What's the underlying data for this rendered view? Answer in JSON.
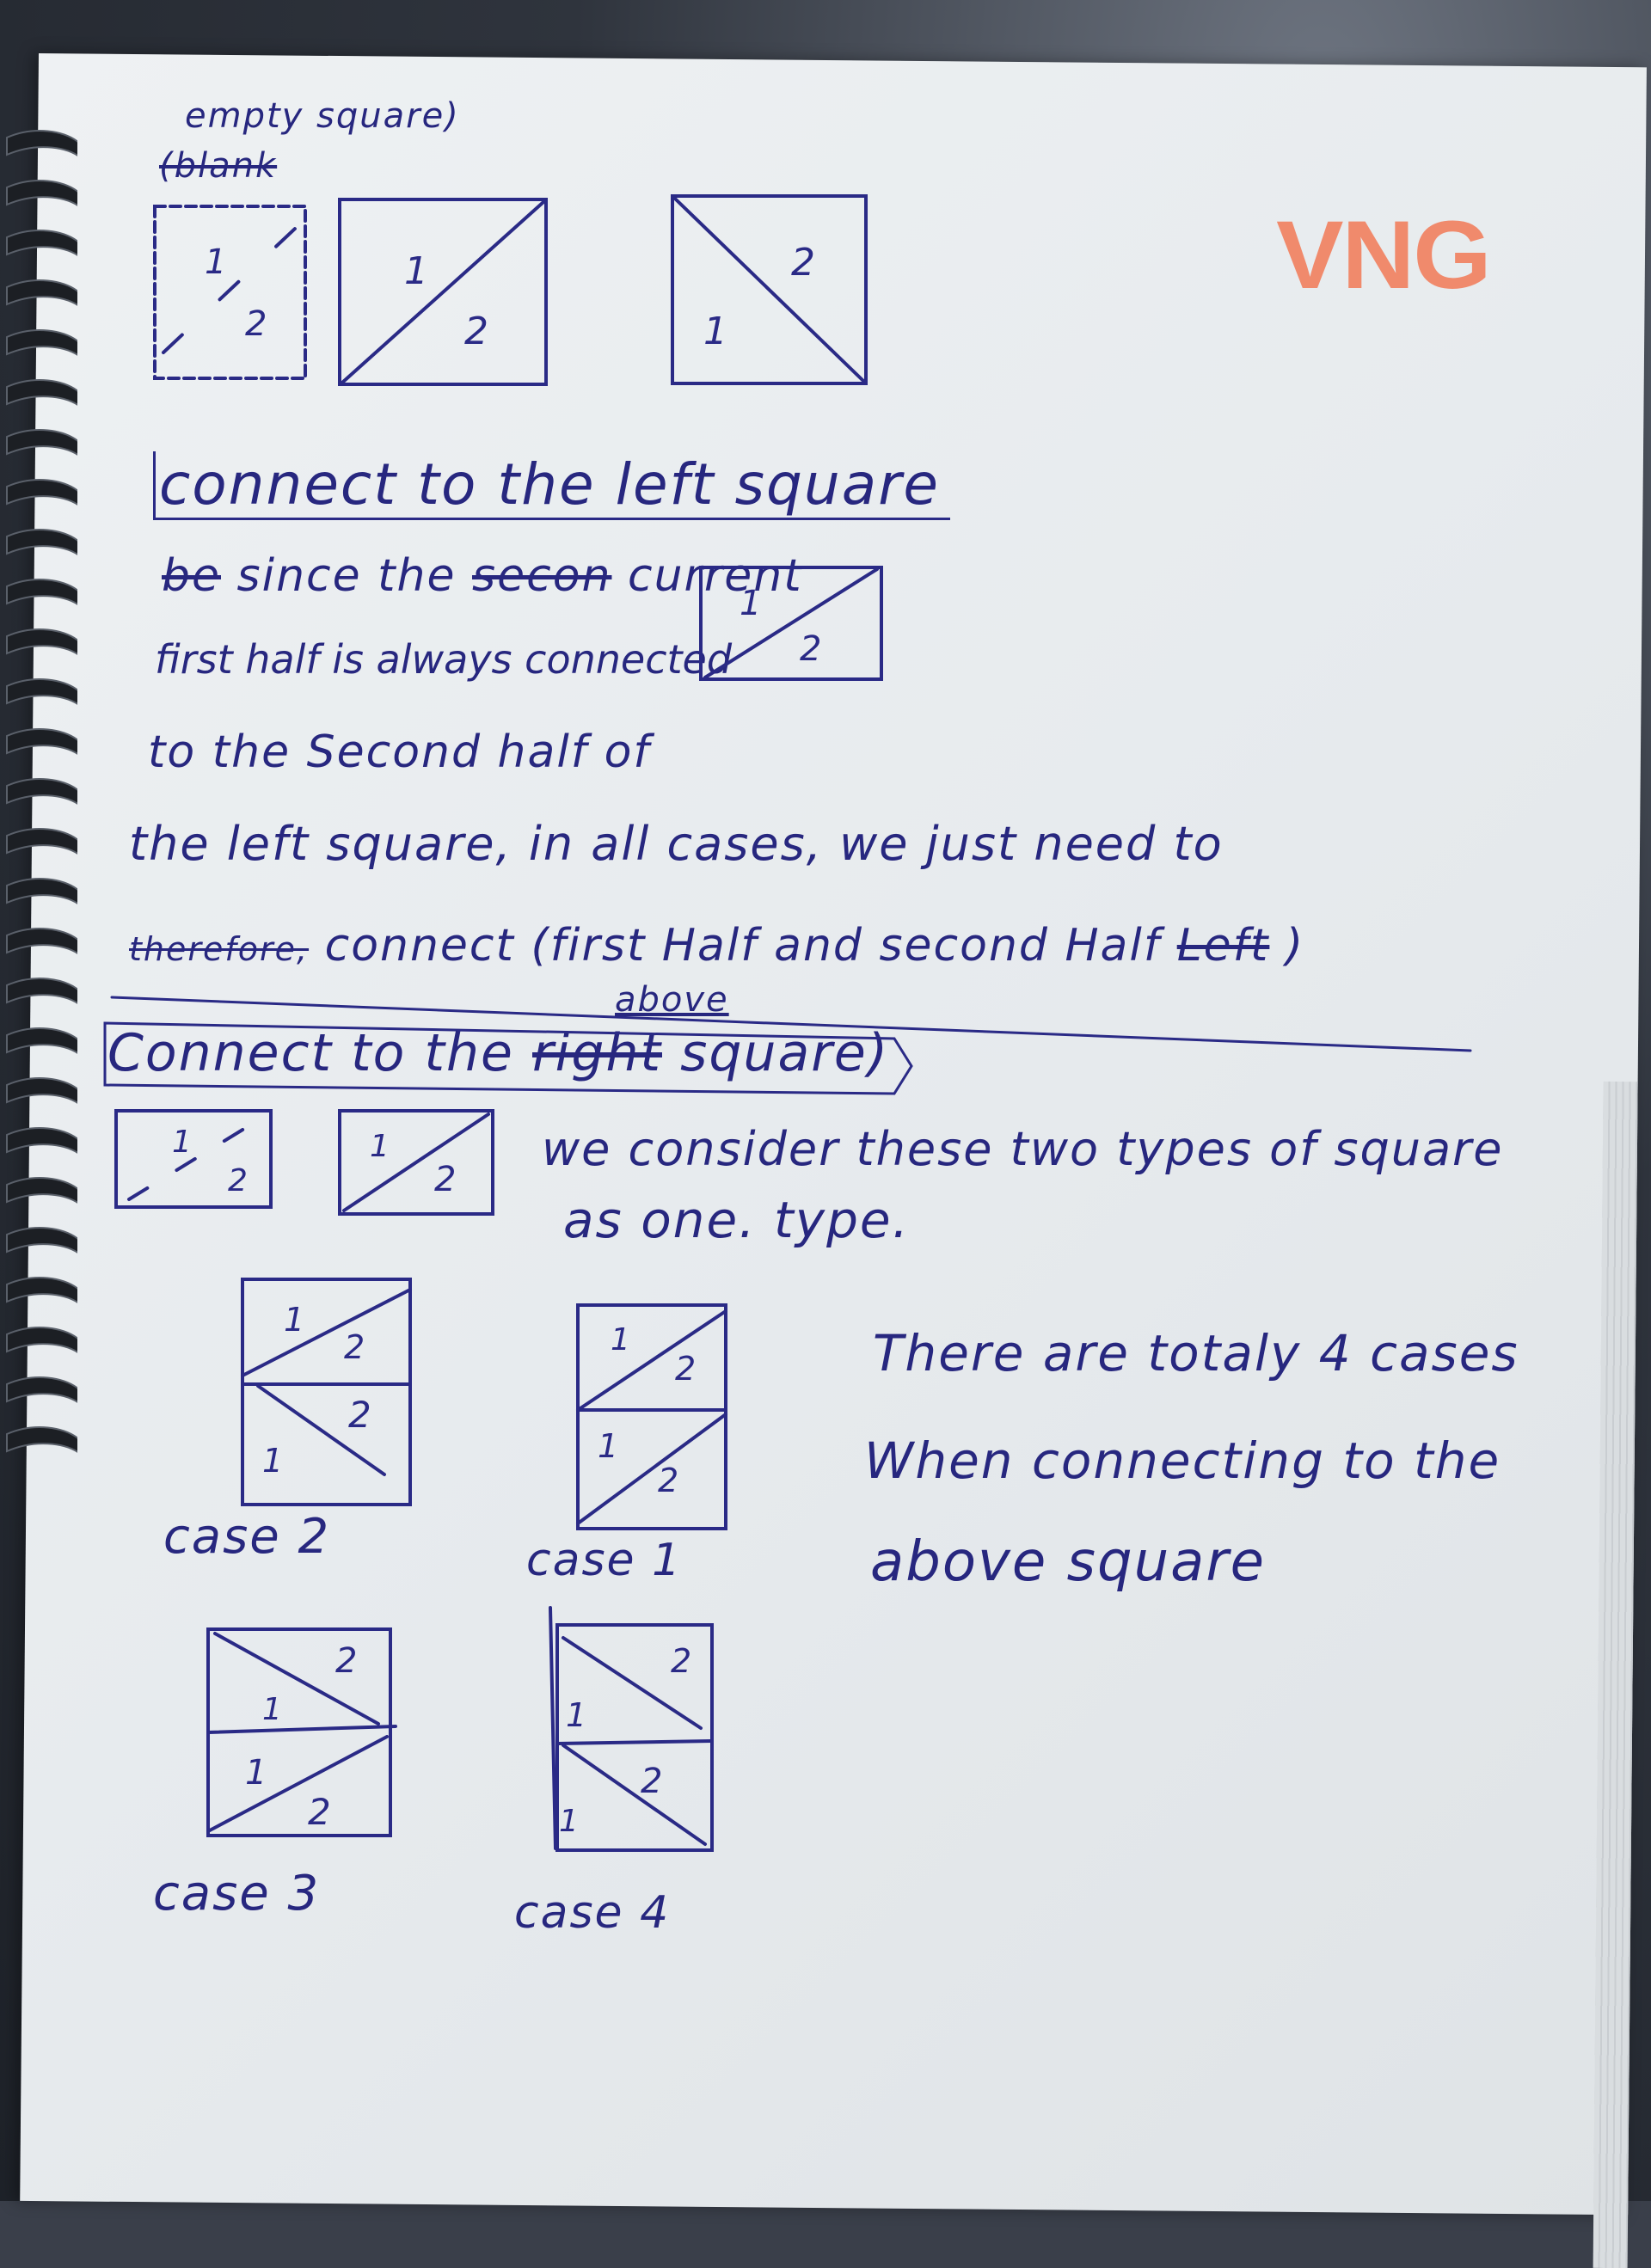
{
  "header": {
    "empty_square": "empty square)",
    "blank_struck": "(blank"
  },
  "logo": {
    "text": "VNG"
  },
  "section_left": {
    "title": "connect to the left square",
    "line1_struck_a": "be",
    "line1_a": "since the",
    "line1_struck_b": "secon",
    "line1_b": "current",
    "line2": "first half is always connected",
    "line3": "to the Second half of",
    "line4": "the left square, in all cases, we just need to",
    "line5_struck": "therefore,",
    "line5": "connect (first Half and second Half",
    "line5_struck_left": "Left",
    "line5_insert": "above"
  },
  "section_right": {
    "title_a": "Connect to the",
    "title_struck": "right",
    "title_b": "square)",
    "consider_1": "we consider these two types of square",
    "consider_2": "as one. type."
  },
  "cases": {
    "note_1": "There are totaly 4 cases",
    "note_2": "When connecting to the",
    "note_3": "above square",
    "case1": "case 1",
    "case2": "case 2",
    "case3": "case 3",
    "case4": "case 4"
  },
  "digits": {
    "one": "1",
    "two": "2"
  }
}
